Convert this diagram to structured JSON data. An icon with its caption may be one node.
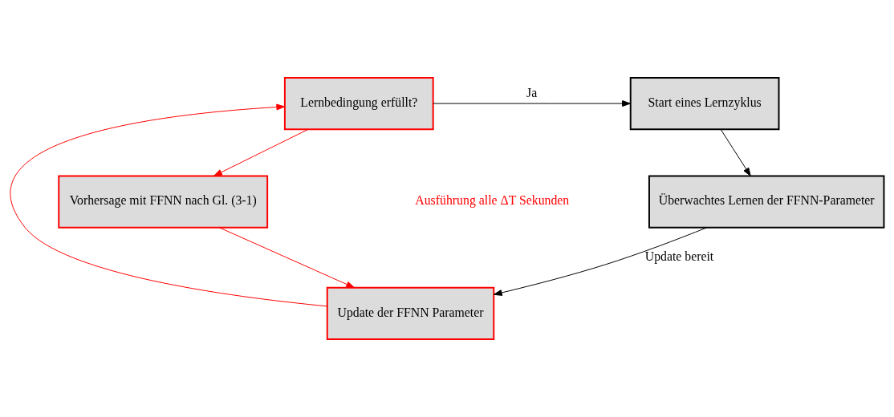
{
  "diagram": {
    "nodes": [
      {
        "text": [
          "Lernbedingung erfüllt?"
        ]
      },
      {
        "text": [
          "Start eines Lernzyklus"
        ]
      },
      {
        "text": [
          "Vorhersage mit FFNN nach Gl. (3-1)"
        ]
      },
      {
        "text": [
          "Überwachtes Lernen der FFNN-Parameter"
        ]
      },
      {
        "text": [
          "Update der FFNN Parameter"
        ]
      }
    ],
    "edges": [
      {
        "from": 0,
        "to": 1,
        "arrow": "to",
        "label": "Ja"
      },
      {
        "from": 0,
        "to": 2,
        "arrow": "to",
        "color": "#ff0000"
      },
      {
        "from": 1,
        "to": 3,
        "arrow": "to"
      },
      {
        "from": 2,
        "to": 4,
        "arrow": "to",
        "color": "#ff0000"
      },
      {
        "from": 3,
        "to": 4,
        "arrow": "to",
        "label": "Update bereit"
      },
      {
        "from": 4,
        "to": 0,
        "arrow": "to",
        "color": "#ff0000"
      }
    ],
    "labels": [
      "Ausführung alle ΔT Sekunden"
    ]
  }
}
